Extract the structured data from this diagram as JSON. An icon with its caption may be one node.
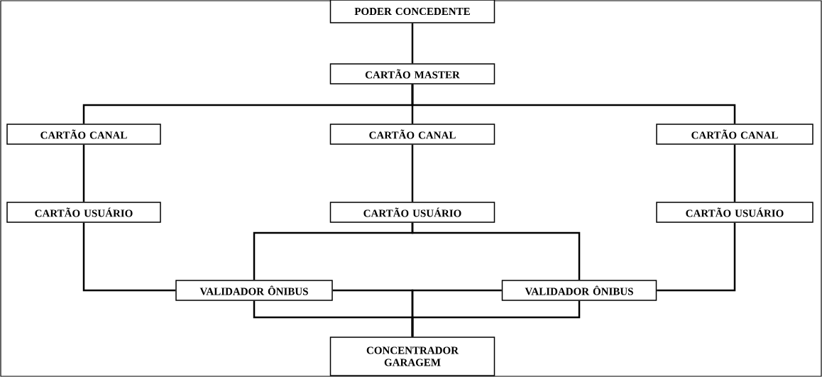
{
  "diagram": {
    "nodes": [
      {
        "text": [
          "PODER CONCEDENTE"
        ]
      },
      {
        "text": [
          "CARTÃO MASTER"
        ]
      },
      {
        "text": [
          "CARTÃO CANAL"
        ]
      },
      {
        "text": [
          "CARTÃO CANAL"
        ]
      },
      {
        "text": [
          "CARTÃO CANAL"
        ]
      },
      {
        "text": [
          "CARTÃO USUÁRIO"
        ]
      },
      {
        "text": [
          "CARTÃO USUÁRIO"
        ]
      },
      {
        "text": [
          "CARTÃO USUÁRIO"
        ]
      },
      {
        "text": [
          "VALIDADOR ÔNIBUS"
        ]
      },
      {
        "text": [
          "VALIDADOR ÔNIBUS"
        ]
      },
      {
        "text": [
          "CONCENTRADOR GARAGEM"
        ]
      }
    ],
    "edges": [
      {
        "from": 0,
        "to": 1,
        "arrow": "none"
      },
      {
        "from": 1,
        "to": 2,
        "arrow": "none"
      },
      {
        "from": 1,
        "to": 3,
        "arrow": "none"
      },
      {
        "from": 1,
        "to": 4,
        "arrow": "none"
      },
      {
        "from": 2,
        "to": 5,
        "arrow": "none"
      },
      {
        "from": 3,
        "to": 6,
        "arrow": "none"
      },
      {
        "from": 4,
        "to": 7,
        "arrow": "none"
      },
      {
        "from": 5,
        "to": 8,
        "arrow": "none"
      },
      {
        "from": 6,
        "to": 8,
        "arrow": "none"
      },
      {
        "from": 6,
        "to": 9,
        "arrow": "none"
      },
      {
        "from": 7,
        "to": 9,
        "arrow": "none"
      },
      {
        "from": 8,
        "to": 10,
        "arrow": "none"
      },
      {
        "from": 9,
        "to": 10,
        "arrow": "none"
      },
      {
        "from": 8,
        "to": 10,
        "arrow": "none"
      },
      {
        "from": 9,
        "to": 10,
        "arrow": "none"
      }
    ]
  }
}
